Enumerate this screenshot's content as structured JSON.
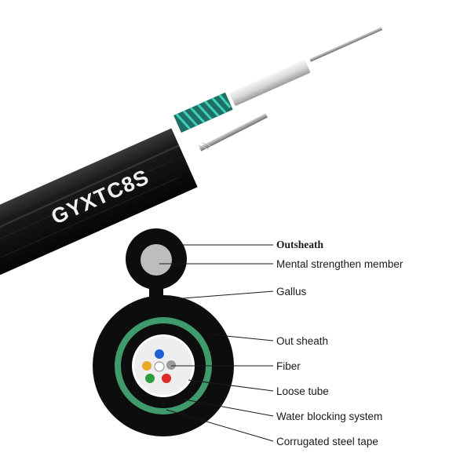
{
  "cable": {
    "print": "GYXTC8S"
  },
  "labels": {
    "outsheath": "Outsheath",
    "strength_member": "Mental strengthen member",
    "gallus": "Gallus",
    "out_sheath": "Out sheath",
    "fiber": "Fiber",
    "loose_tube": "Loose tube",
    "water_blocking": "Water blocking system",
    "steel_tape": "Corrugated steel tape"
  },
  "colors": {
    "sheath": "#0d0d0d",
    "steel_tape_ring": "#3f9a6c",
    "armor_wire": "#2aa896",
    "fibers": [
      "#1f5fd6",
      "#e8a92a",
      "#2a9e3c",
      "#e02a2a"
    ]
  }
}
